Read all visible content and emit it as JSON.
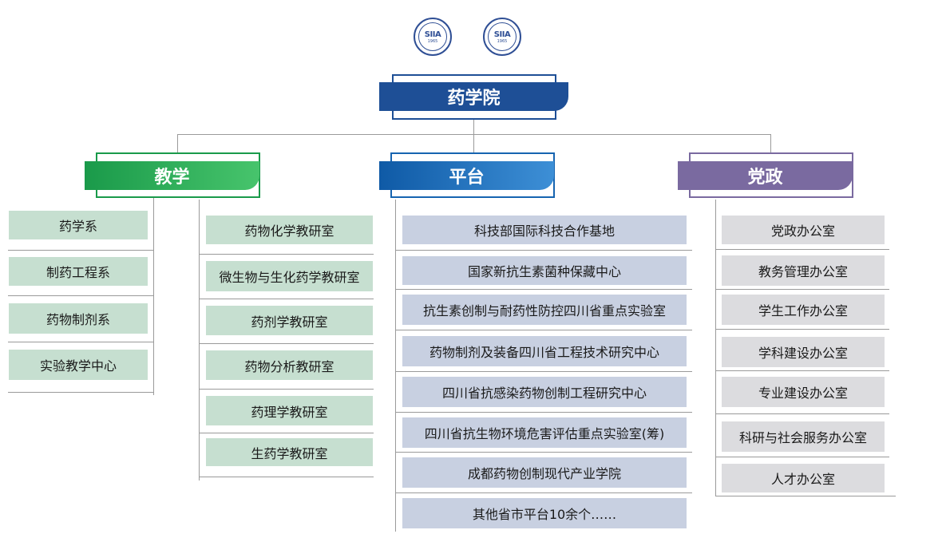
{
  "logos": [
    {
      "mark": "SIIA",
      "year": "1965"
    },
    {
      "mark": "SIIA",
      "year": "1965"
    }
  ],
  "root": {
    "label": "药学院"
  },
  "branches": {
    "teaching": {
      "label": "教学",
      "color": "#1a9a4a",
      "departments": [
        "药学系",
        "制药工程系",
        "药物制剂系",
        "实验教学中心"
      ],
      "sections": [
        "药物化学教研室",
        "微生物与生化药学教研室",
        "药剂学教研室",
        "药物分析教研室",
        "药理学教研室",
        "生药学教研室"
      ]
    },
    "platform": {
      "label": "平台",
      "color": "#1664b0",
      "items": [
        "科技部国际科技合作基地",
        "国家新抗生素菌种保藏中心",
        "抗生素创制与耐药性防控四川省重点实验室",
        "药物制剂及装备四川省工程技术研究中心",
        "四川省抗感染药物创制工程研究中心",
        "四川省抗生物环境危害评估重点实验室(筹)",
        "成都药物创制现代产业学院",
        "其他省市平台10余个……"
      ]
    },
    "party": {
      "label": "党政",
      "color": "#7a6aa0",
      "items": [
        "党政办公室",
        "教务管理办公室",
        "学生工作办公室",
        "学科建设办公室",
        "专业建设办公室",
        "科研与社会服务办公室",
        "人才办公室"
      ]
    }
  },
  "colors": {
    "root": "#1e4f96",
    "teaching_fill": "#c6dfd0",
    "platform_fill": "#c8d0e1",
    "party_fill": "#dcdcdf"
  }
}
